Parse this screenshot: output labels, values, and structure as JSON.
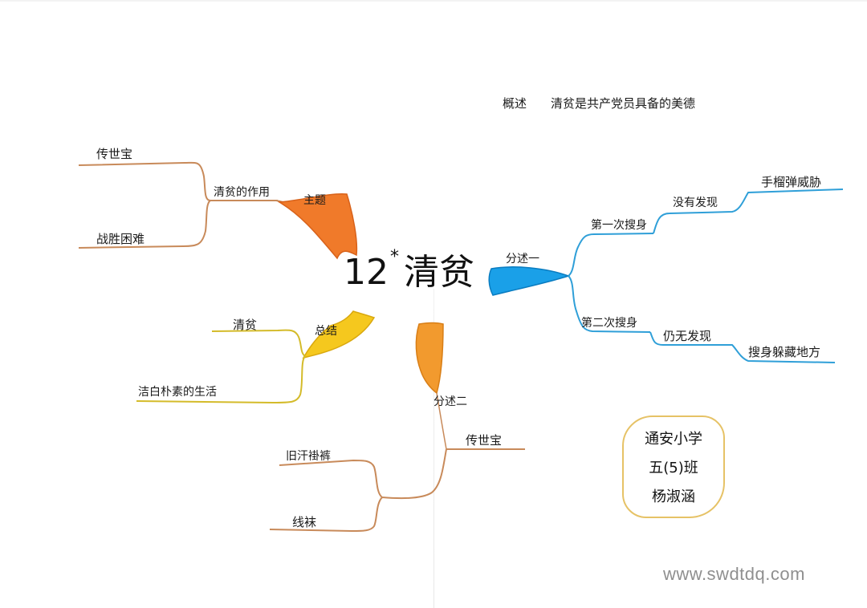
{
  "title": {
    "number": "12",
    "mark": "*",
    "text": "清贫"
  },
  "overview": {
    "label": "概述",
    "text": "清贫是共产党员具备的美德"
  },
  "branches": {
    "theme": {
      "label": "主题",
      "color": "#f07a2a",
      "node": "清贫的作用",
      "children": [
        "传世宝",
        "战胜困难"
      ]
    },
    "part1": {
      "label": "分述一",
      "color": "#1aa0e8",
      "children": [
        {
          "label": "第一次搜身",
          "next": "没有发现",
          "detail": "手榴弹威胁"
        },
        {
          "label": "第二次搜身",
          "next": "仍无发现",
          "detail": "搜身躲藏地方"
        }
      ]
    },
    "summary": {
      "label": "总结",
      "color": "#f5c81e",
      "children": [
        "清贫",
        "洁白朴素的生活"
      ]
    },
    "part2": {
      "label": "分述二",
      "color": "#f29a2e",
      "node": "传世宝",
      "children": [
        "旧汗褂裤",
        "线袜"
      ]
    }
  },
  "signature": {
    "school": "通安小学",
    "class": "五(5)班",
    "name": "杨淑涵"
  },
  "watermark": "www.swdtdq.com"
}
